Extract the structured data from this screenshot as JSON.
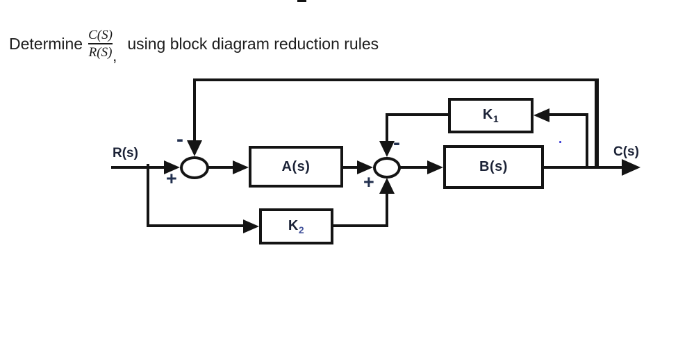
{
  "title": {
    "prefix": "Determine",
    "fraction": {
      "numerator": "C(S)",
      "denominator": "R(S)"
    },
    "comma": ",",
    "suffix": "using block diagram reduction rules"
  },
  "diagram": {
    "input_label": "R(s)",
    "output_label": "C(s)",
    "blocks": {
      "forward1": "A(s)",
      "forward2": "B(s)",
      "feedback_inner": {
        "base": "K",
        "sub": "1"
      },
      "feedforward": {
        "base": "K",
        "sub": "2"
      }
    },
    "summing_junctions": {
      "sum1": {
        "top_sign": "-",
        "left_sign": "+"
      },
      "sum2": {
        "top_sign": "-",
        "bottom_sign": "+"
      }
    }
  },
  "colors": {
    "background": "#ffffff",
    "line": "#141414",
    "label": "#1b2236",
    "artifact_dot": "#2a2ad0"
  }
}
